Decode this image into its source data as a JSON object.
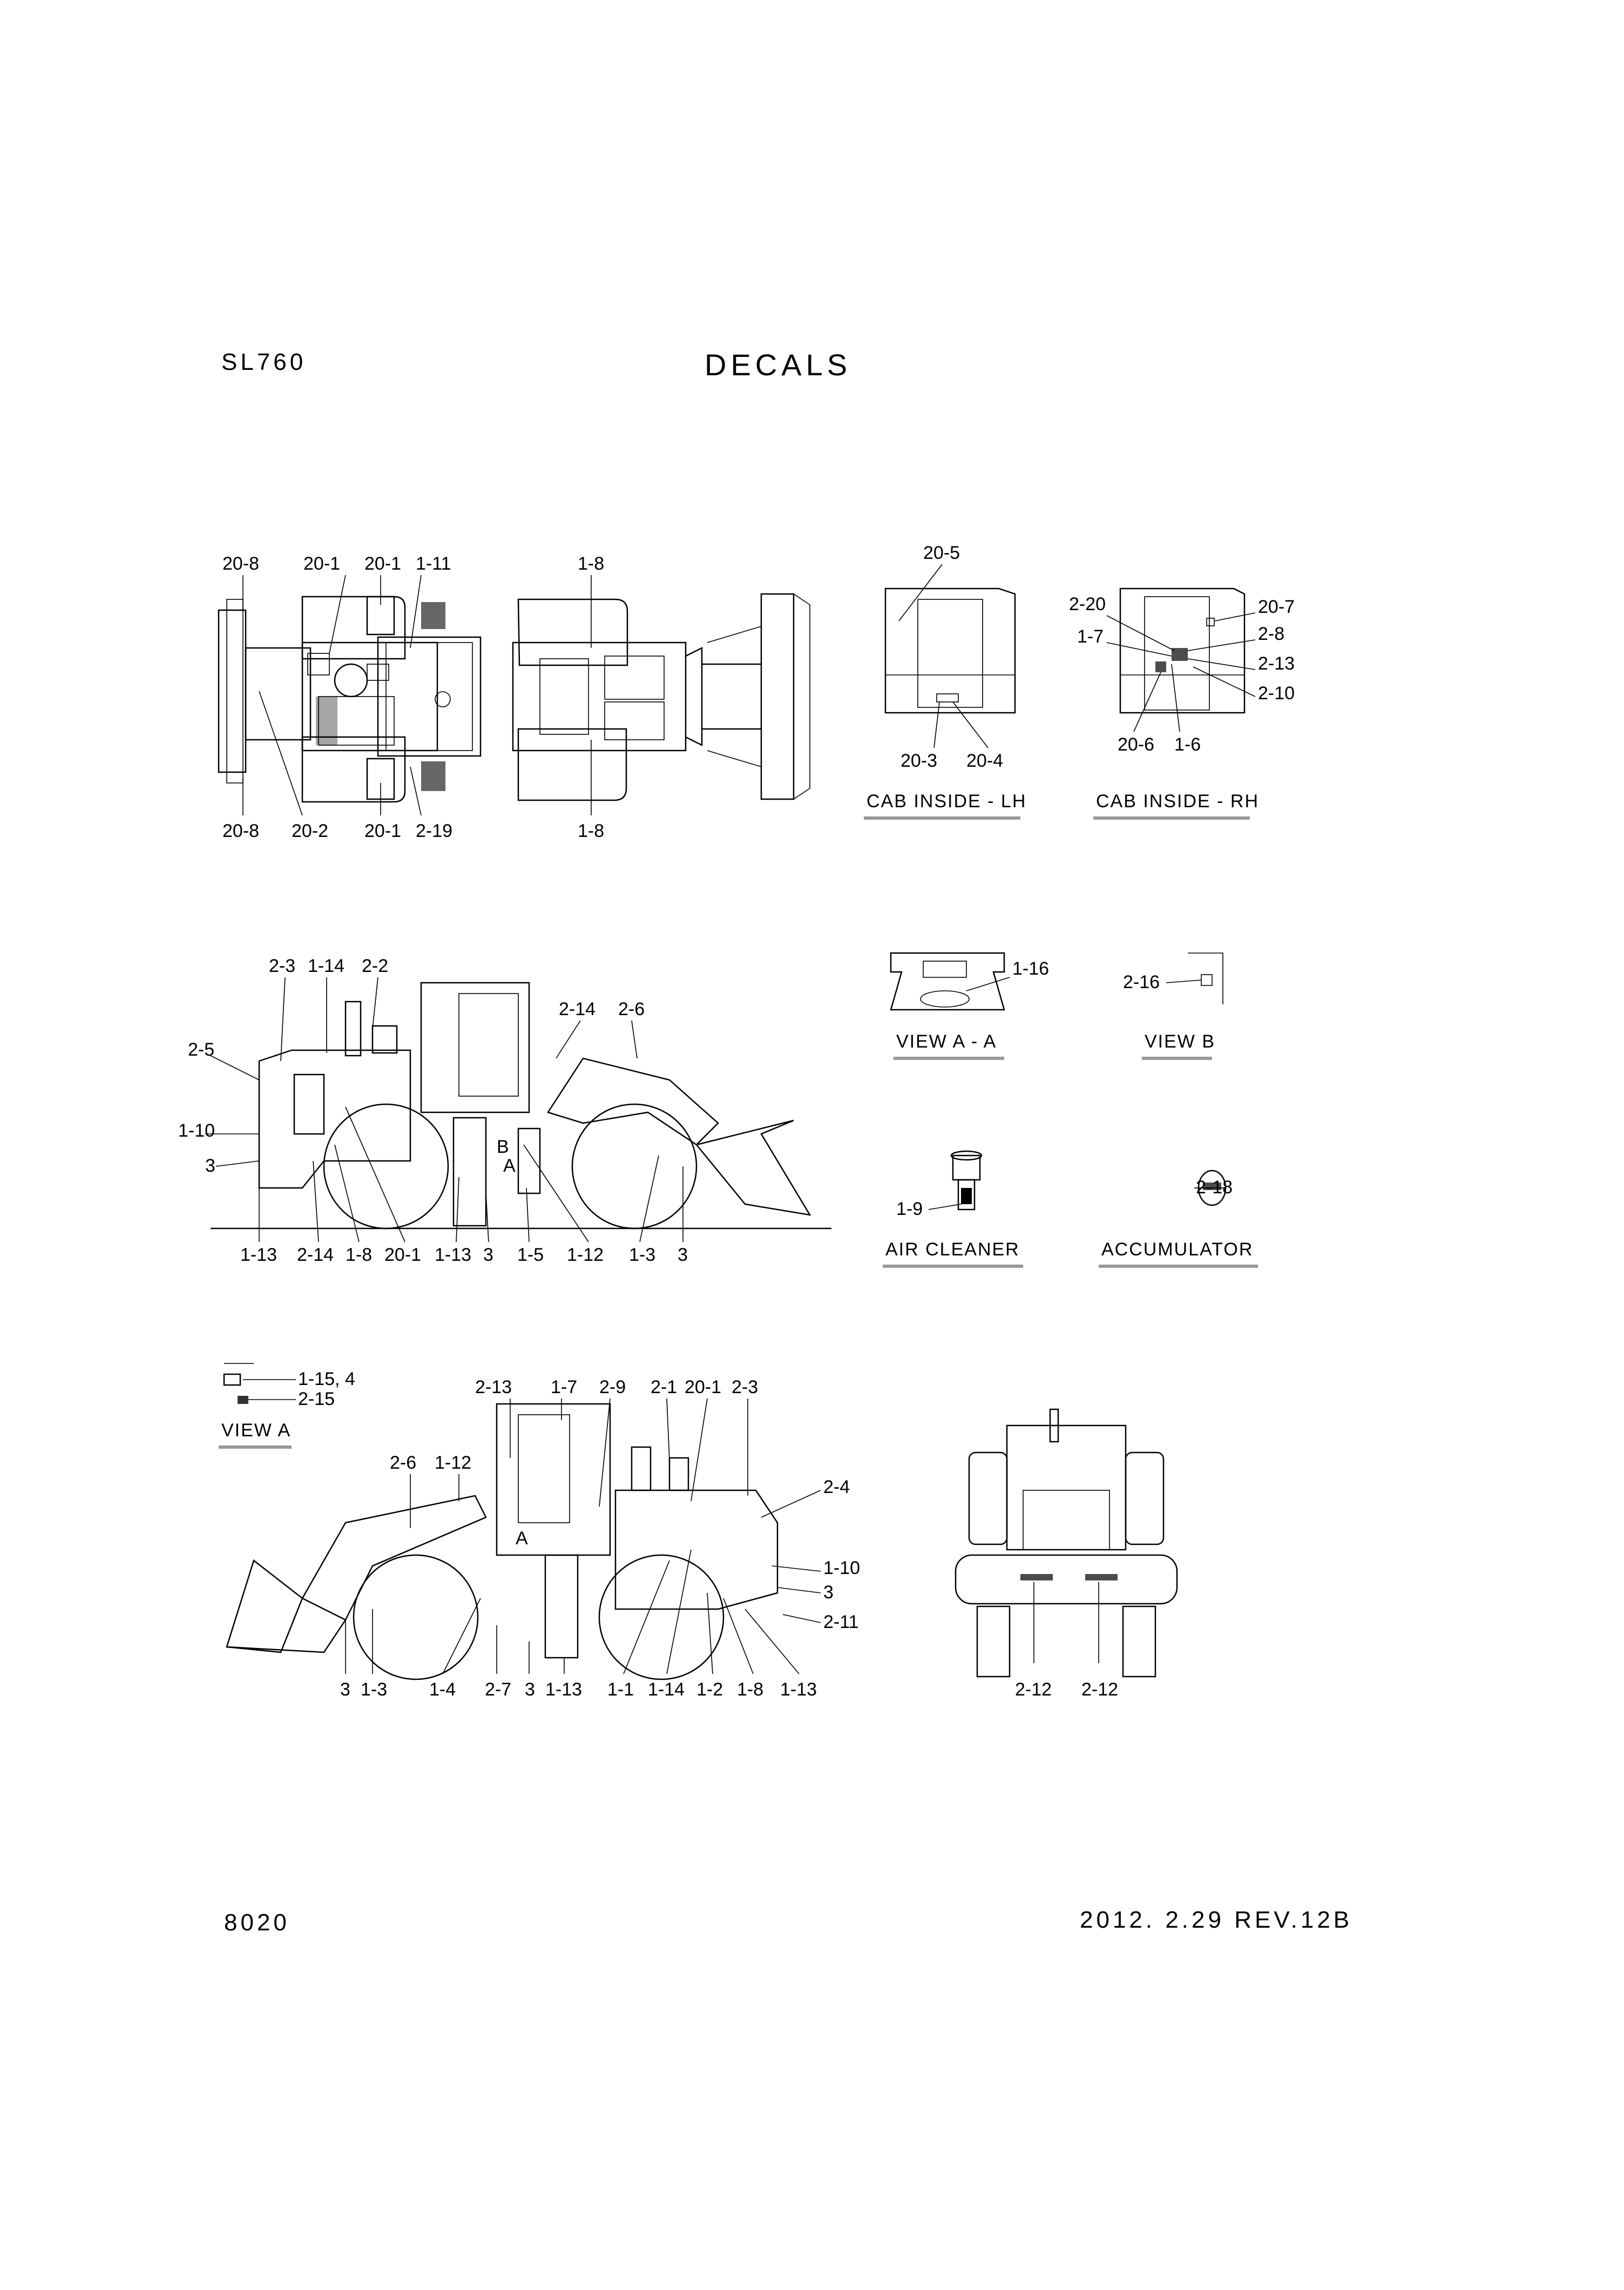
{
  "header": {
    "model": "SL760",
    "title": "DECALS"
  },
  "footer": {
    "page": "8020",
    "revision": "2012. 2.29  REV.12B"
  },
  "top_view": {
    "labels_top": [
      "20-8",
      "20-1",
      "20-1",
      "1-11",
      "1-8"
    ],
    "labels_bottom": [
      "20-8",
      "20-2",
      "20-1",
      "2-19",
      "1-8"
    ]
  },
  "cab_inside_lh": {
    "caption": "CAB INSIDE - LH",
    "labels": [
      "20-5",
      "20-3",
      "20-4"
    ]
  },
  "cab_inside_rh": {
    "caption": "CAB INSIDE - RH",
    "labels": [
      "2-20",
      "20-7",
      "1-7",
      "2-8",
      "2-13",
      "2-10",
      "20-6",
      "1-6"
    ]
  },
  "left_side_view": {
    "labels_top": [
      "2-3",
      "1-14",
      "2-2",
      "2-14",
      "2-6"
    ],
    "labels_left": [
      "2-5",
      "1-10",
      "3"
    ],
    "labels_mid": [
      "B",
      "A"
    ],
    "labels_bottom": [
      "1-13",
      "2-14",
      "1-8",
      "20-1",
      "1-13",
      "3",
      "1-5",
      "1-12",
      "1-3",
      "3"
    ]
  },
  "view_a_a": {
    "caption": "VIEW A - A",
    "labels": [
      "1-16"
    ]
  },
  "view_b": {
    "caption": "VIEW B",
    "labels": [
      "2-16"
    ]
  },
  "air_cleaner": {
    "caption": "AIR CLEANER",
    "labels": [
      "1-9"
    ]
  },
  "accumulator": {
    "caption": "ACCUMULATOR",
    "labels": [
      "2-18"
    ]
  },
  "view_a": {
    "caption": "VIEW A",
    "labels": [
      "1-15, 4",
      "2-15"
    ]
  },
  "right_side_view": {
    "labels_top": [
      "2-13",
      "1-7",
      "2-9",
      "2-1",
      "20-1",
      "2-3"
    ],
    "labels_mid": [
      "2-6",
      "1-12",
      "A"
    ],
    "labels_right": [
      "2-4",
      "1-10",
      "3",
      "2-11"
    ],
    "labels_bottom": [
      "3",
      "1-3",
      "1-4",
      "2-7",
      "3",
      "1-13",
      "1-1",
      "1-14",
      "1-2",
      "1-8",
      "1-13"
    ]
  },
  "rear_view": {
    "labels": [
      "2-12",
      "2-12"
    ]
  }
}
